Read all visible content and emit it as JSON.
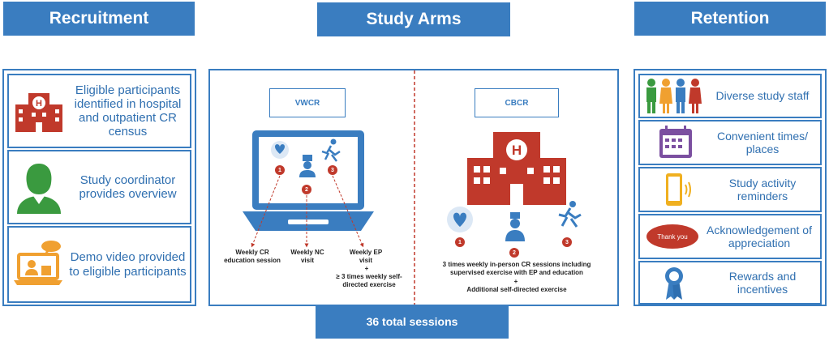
{
  "headers": {
    "recruitment": "Recruitment",
    "study_arms": "Study Arms",
    "retention": "Retention"
  },
  "recruitment": {
    "items": [
      {
        "text": "Eligible participants identified in hospital and outpatient CR census",
        "icon": "hospital-icon"
      },
      {
        "text": "Study coordinator provides overview",
        "icon": "coordinator-icon"
      },
      {
        "text": "Demo video provided to eligible participants",
        "icon": "video-laptop-icon"
      }
    ]
  },
  "arms": {
    "vwcr": {
      "label": "VWCR",
      "steps": [
        {
          "num": "1",
          "text": "Weekly CR education session"
        },
        {
          "num": "2",
          "text": "Weekly NC visit"
        },
        {
          "num": "3",
          "text": "Weekly EP visit"
        }
      ],
      "plus": "+",
      "extra": "≥ 3 times weekly self-directed exercise"
    },
    "cbcr": {
      "label": "CBCR",
      "steps": [
        {
          "num": "1"
        },
        {
          "num": "2"
        },
        {
          "num": "3"
        }
      ],
      "text": "3 times weekly in-person CR sessions including supervised exercise with EP and education",
      "plus": "+",
      "extra": "Additional self-directed exercise"
    },
    "total": "36 total sessions"
  },
  "retention": {
    "items": [
      {
        "text": "Diverse study staff",
        "icon": "people-icon"
      },
      {
        "text": "Convenient times/ places",
        "icon": "calendar-icon"
      },
      {
        "text": "Study activity reminders",
        "icon": "phone-icon"
      },
      {
        "text": "Acknowledgement of appreciation",
        "icon": "speech-bubble-icon",
        "bubble": "Thank you"
      },
      {
        "text": "Rewards and incentives",
        "icon": "ribbon-icon"
      }
    ]
  },
  "colors": {
    "blue": "#3a7dc0",
    "red": "#c0392b",
    "green": "#3a9a3f",
    "orange": "#f0a030"
  }
}
